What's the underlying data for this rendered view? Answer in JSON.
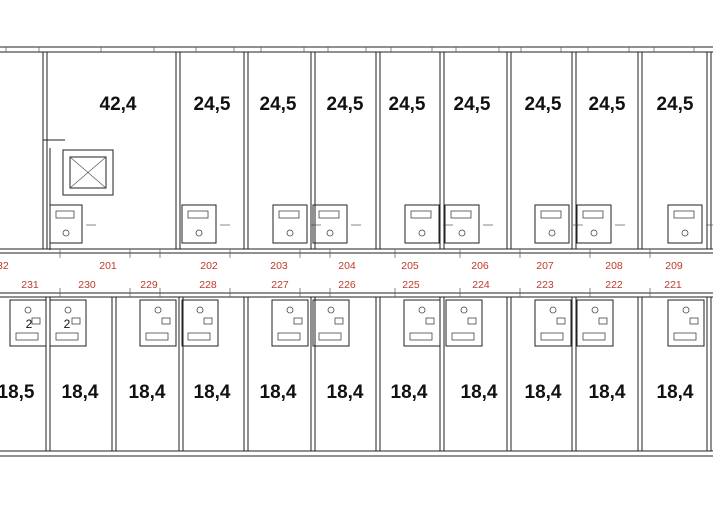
{
  "top_rooms": [
    {
      "number": "201",
      "area": "42,4"
    },
    {
      "number": "202",
      "area": "24,5"
    },
    {
      "number": "203",
      "area": "24,5"
    },
    {
      "number": "204",
      "area": "24,5"
    },
    {
      "number": "205",
      "area": "24,5"
    },
    {
      "number": "206",
      "area": "24,5"
    },
    {
      "number": "207",
      "area": "24,5"
    },
    {
      "number": "208",
      "area": "24,5"
    },
    {
      "number": "209",
      "area": "24,5"
    }
  ],
  "top_left_partial_number": "32",
  "bottom_rooms": [
    {
      "number": "231",
      "area": "18,5",
      "wc": "2"
    },
    {
      "number": "230",
      "area": "18,4",
      "wc": "2"
    },
    {
      "number": "229",
      "area": "18,4",
      "wc": ""
    },
    {
      "number": "228",
      "area": "18,4",
      "wc": ""
    },
    {
      "number": "227",
      "area": "18,4",
      "wc": ""
    },
    {
      "number": "226",
      "area": "18,4",
      "wc": ""
    },
    {
      "number": "225",
      "area": "18,4",
      "wc": ""
    },
    {
      "number": "224",
      "area": "18,4",
      "wc": ""
    },
    {
      "number": "223",
      "area": "18,4",
      "wc": ""
    },
    {
      "number": "222",
      "area": "18,4",
      "wc": ""
    },
    {
      "number": "221",
      "area": "18,4",
      "wc": ""
    }
  ]
}
